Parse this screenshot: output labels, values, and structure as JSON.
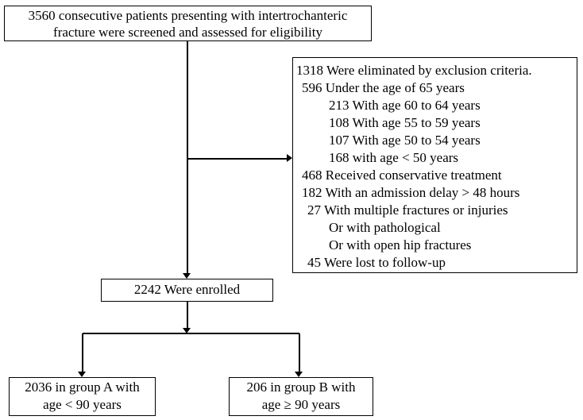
{
  "page": {
    "background_color": "#ffffff",
    "line_color": "#000000",
    "diagram_type": "patient-flow-diagram"
  },
  "flowchart": {
    "screened_box": {
      "line1": "3560 consecutive patients presenting with intertrochanteric",
      "line2": "fracture were screened and assessed for eligibility"
    },
    "exclusion_box": {
      "lines": [
        "1318 Were eliminated by exclusion criteria.",
        "596 Under the age of 65 years",
        "213 With age 60 to 64 years",
        "108 With age 55 to 59 years",
        "107 With age 50 to 54 years",
        "168 with age < 50 years",
        "468 Received conservative treatment",
        "182 With an admission delay > 48 hours",
        "27 With multiple fractures or injuries",
        "Or with pathological",
        "Or with open hip fractures",
        "45 Were lost to follow-up"
      ]
    },
    "enrolled_box": {
      "text": "2242 Were enrolled"
    },
    "group_a_box": {
      "line1": "2036 in group A with",
      "line2": "age < 90 years"
    },
    "group_b_box": {
      "line1": "206 in group B with",
      "line2": "age ≥ 90 years"
    }
  }
}
